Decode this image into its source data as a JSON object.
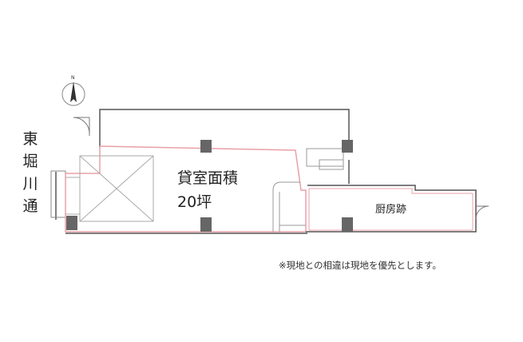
{
  "labels": {
    "street_name": "東堀川通",
    "area_name": "貸室面積",
    "area_size": "20坪",
    "kitchen": "厨房跡",
    "note": "※現地との相違は現地を優先とします。",
    "north": "N"
  },
  "colors": {
    "wall": "#555555",
    "column": "#666666",
    "lease_boundary": "#e8a0a8",
    "light_line": "#aaaaaa"
  },
  "icons": {
    "compass": "north-arrow-icon"
  }
}
